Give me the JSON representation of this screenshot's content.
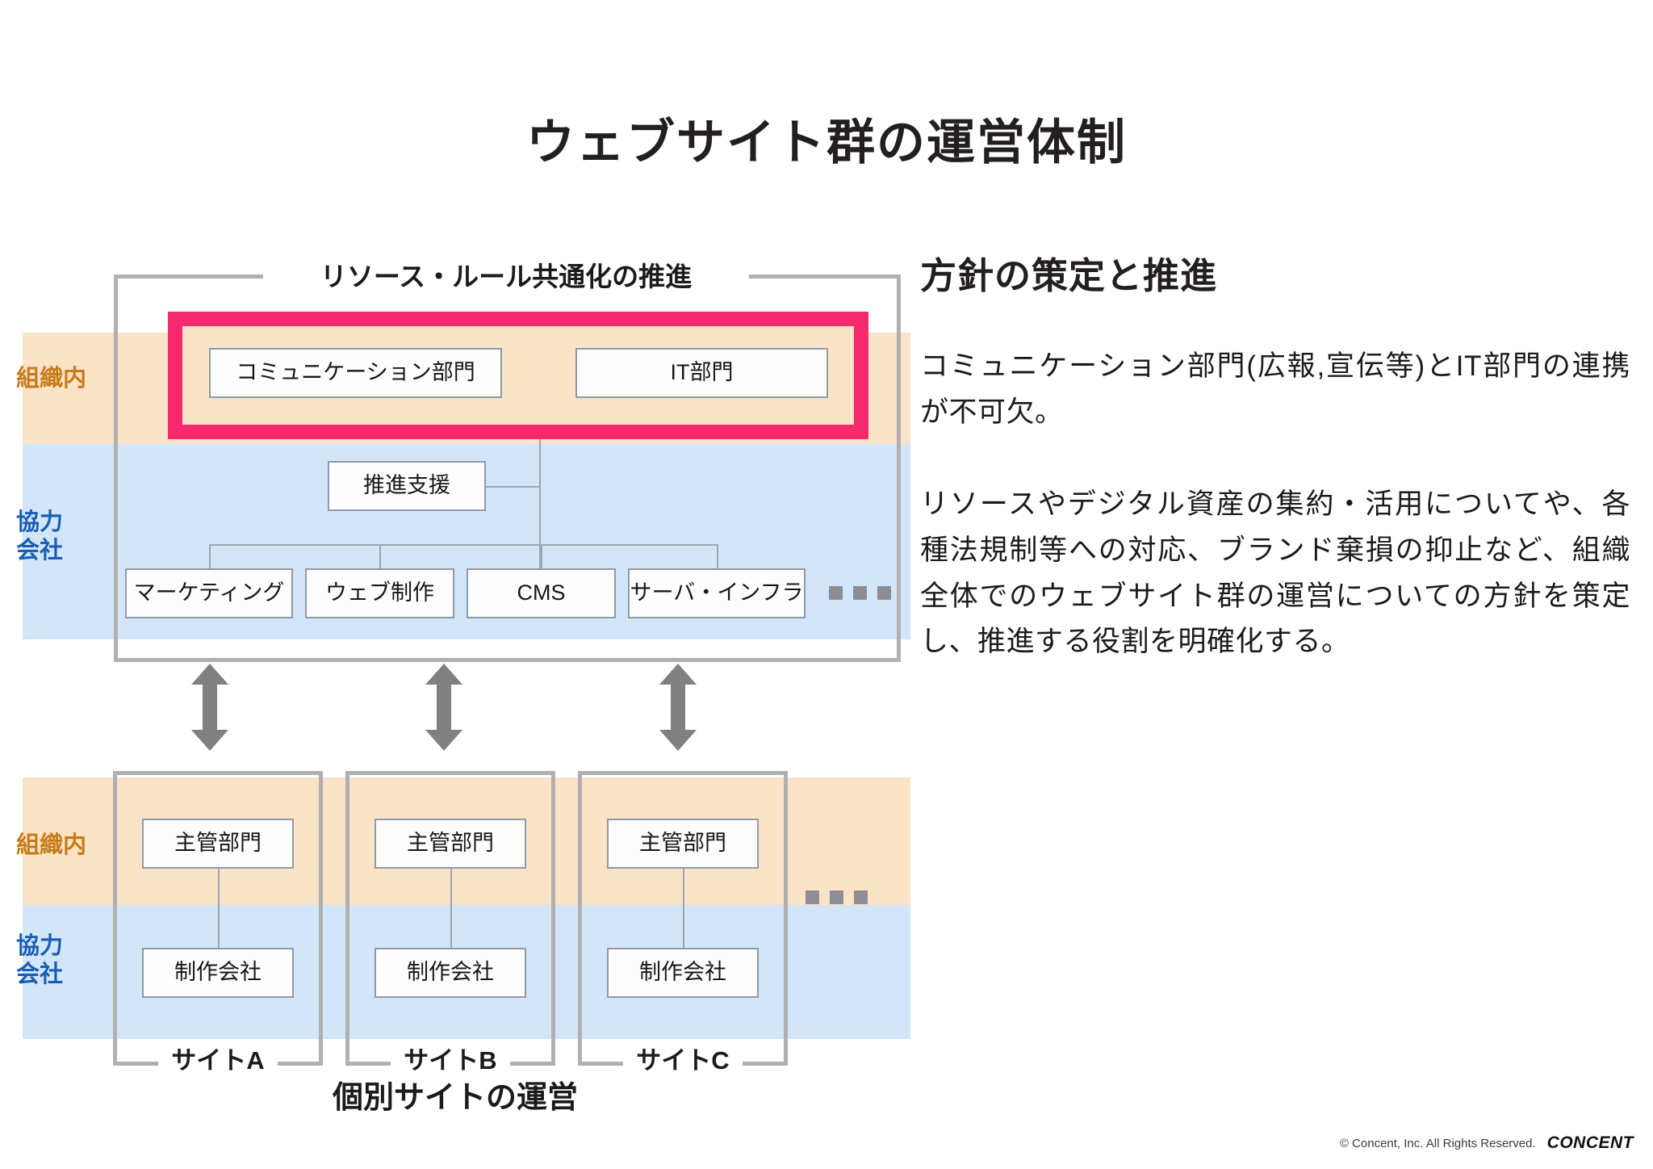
{
  "slide": {
    "title": "ウェブサイト群の運営体制"
  },
  "diagram": {
    "bracket_title": "リソース・ルール共通化の推進",
    "bottom_caption": "個別サイトの運営",
    "bands": {
      "org_label": "組織内",
      "partner_label_line1": "協力",
      "partner_label_line2": "会社",
      "org_color": "#fbe3c7",
      "partner_color": "#d3e5f8",
      "org_text_color": "#c57b18",
      "partner_text_color": "#1a5fb4"
    },
    "highlight": {
      "color": "#f5296e"
    },
    "top_nodes": {
      "communication": "コミュニケーション部門",
      "it": "IT部門",
      "support": "推進支援",
      "vendors": [
        "マーケティング",
        "ウェブ制作",
        "CMS",
        "サーバ・インフラ"
      ],
      "ellipsis": "…"
    },
    "sites": [
      {
        "label": "サイトA",
        "dept": "主管部門",
        "producer": "制作会社"
      },
      {
        "label": "サイトB",
        "dept": "主管部門",
        "producer": "制作会社"
      },
      {
        "label": "サイトC",
        "dept": "主管部門",
        "producer": "制作会社"
      }
    ]
  },
  "right": {
    "heading": "方針の策定と推進",
    "paragraph1": "コミュニケーション部門(広報,宣伝等)とIT部門の連携が不可欠。",
    "paragraph2": "リソースやデジタル資産の集約・活用についてや、各種法規制等への対応、ブランド棄損の抑止など、組織全体でのウェブサイト群の運営についての方針を策定し、推進する役割を明確化する。"
  },
  "footer": {
    "copyright": "© Concent, Inc. All Rights Reserved.",
    "logo": "CONCENT"
  }
}
